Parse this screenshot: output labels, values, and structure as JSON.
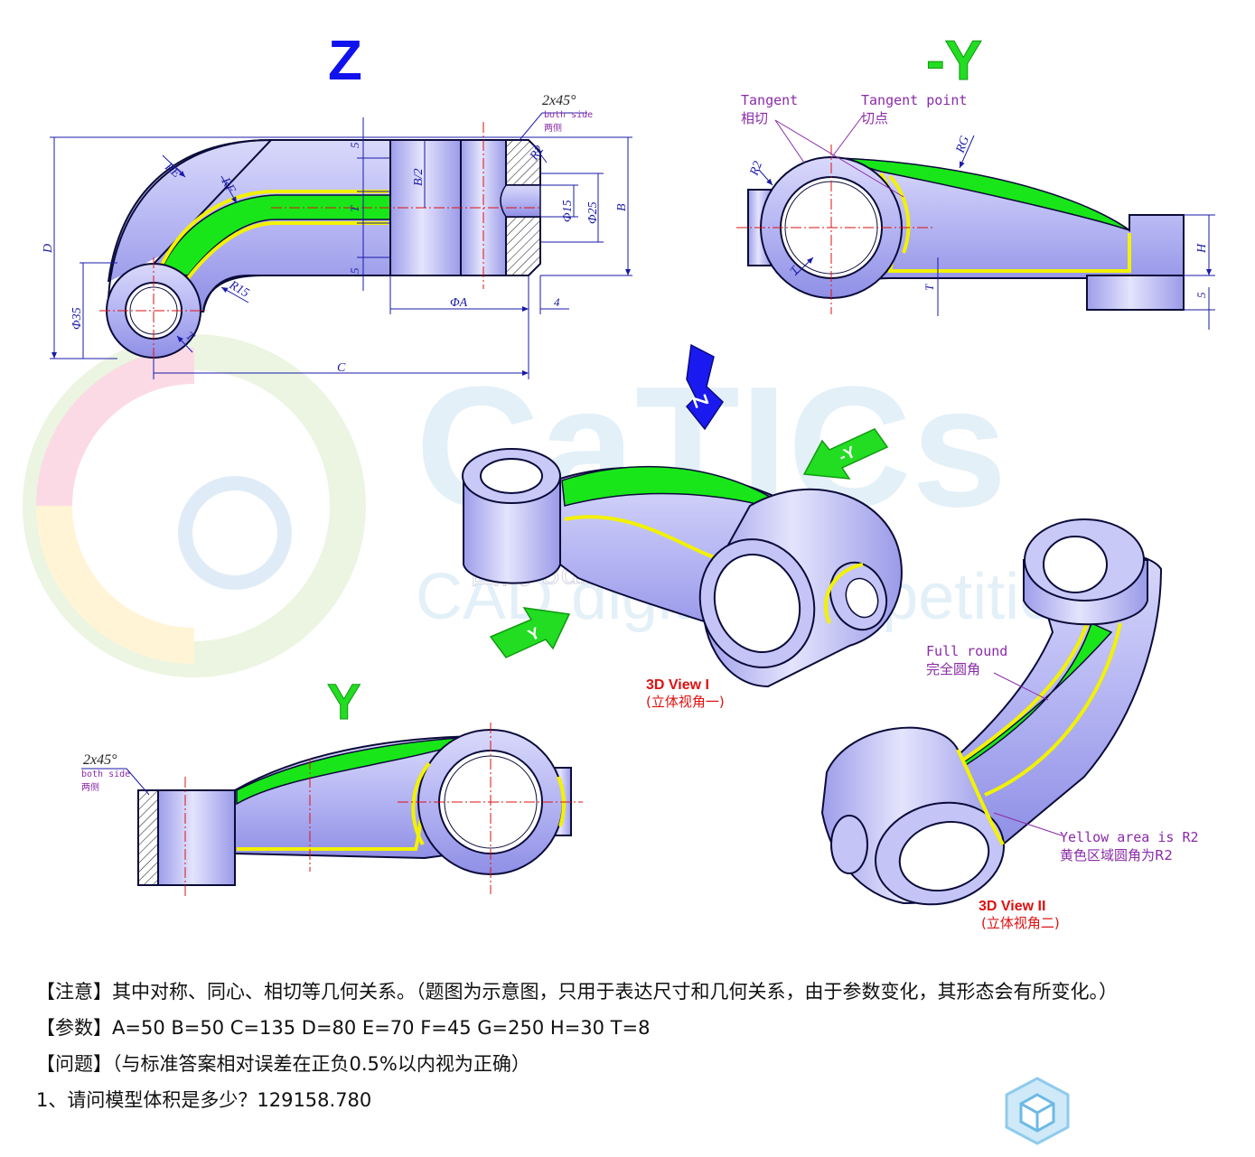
{
  "views": {
    "z_title": "Z",
    "neg_y_title": "-Y",
    "y_title": "Y",
    "view1_title": "3D View I",
    "view1_sub": "(立体视角一)",
    "view2_title": "3D View II",
    "view2_sub": "(立体视角二)",
    "arrow_z": "Z",
    "arrow_neg_y": "-Y",
    "arrow_y": "Y"
  },
  "z_view": {
    "chamfer": "2x45°",
    "chamfer_en": "both side",
    "chamfer_cn": "两侧",
    "dims": {
      "re": "RE",
      "rf": "RF",
      "r2": "R2",
      "r15": "R15",
      "t_top": "5",
      "t_mid": "T",
      "t_bot": "5",
      "b_half": "B/2",
      "phi15": "Φ15",
      "phi25": "Φ25",
      "b": "B",
      "d": "D",
      "phi35": "Φ35",
      "t_ring": "T",
      "phi_a": "ΦA",
      "four": "4",
      "c": "C"
    }
  },
  "neg_y_view": {
    "tangent_en": "Tangent",
    "tangent_cn": "相切",
    "tangent_point_en": "Tangent point",
    "tangent_point_cn": "切点",
    "dims": {
      "rg": "RG",
      "r2": "R2",
      "t_ring": "T",
      "t_web": "T",
      "h": "H",
      "five": "5"
    }
  },
  "y_view": {
    "chamfer": "2x45°",
    "chamfer_en": "both side",
    "chamfer_cn": "两侧"
  },
  "view2_callouts": {
    "full_round_en": "Full round",
    "full_round_cn": "完全圆角",
    "yellow_en": "Yellow area is R2",
    "yellow_cn": "黄色区域圆角为R2"
  },
  "watermark": {
    "brand": "CaTICs",
    "sub": "CAD digital competition",
    "site": "西网  3dmox.com"
  },
  "notes": {
    "line1": "【注意】其中对称、同心、相切等几何关系。（题图为示意图，只用于表达尺寸和几何关系，由于参数变化，其形态会有所变化。）",
    "line2": "【参数】A=50  B=50  C=135   D=80   E=70   F=45   G=250   H=30   T=8",
    "line3": "【问题】（与标准答案相对误差在正负0.5%以内视为正确）",
    "line4": "1、请问模型体积是多少？129158.780"
  },
  "colors": {
    "body_fill": "#b7b7f4",
    "outline": "#0b0b3a",
    "green": "#19e619",
    "yellow": "#f2f200",
    "title_blue": "#1111ee",
    "title_green": "#22dd22",
    "red_title": "#dd1111",
    "dim_blue": "#1a1aa8",
    "callout_purple": "#8a2ba8"
  }
}
